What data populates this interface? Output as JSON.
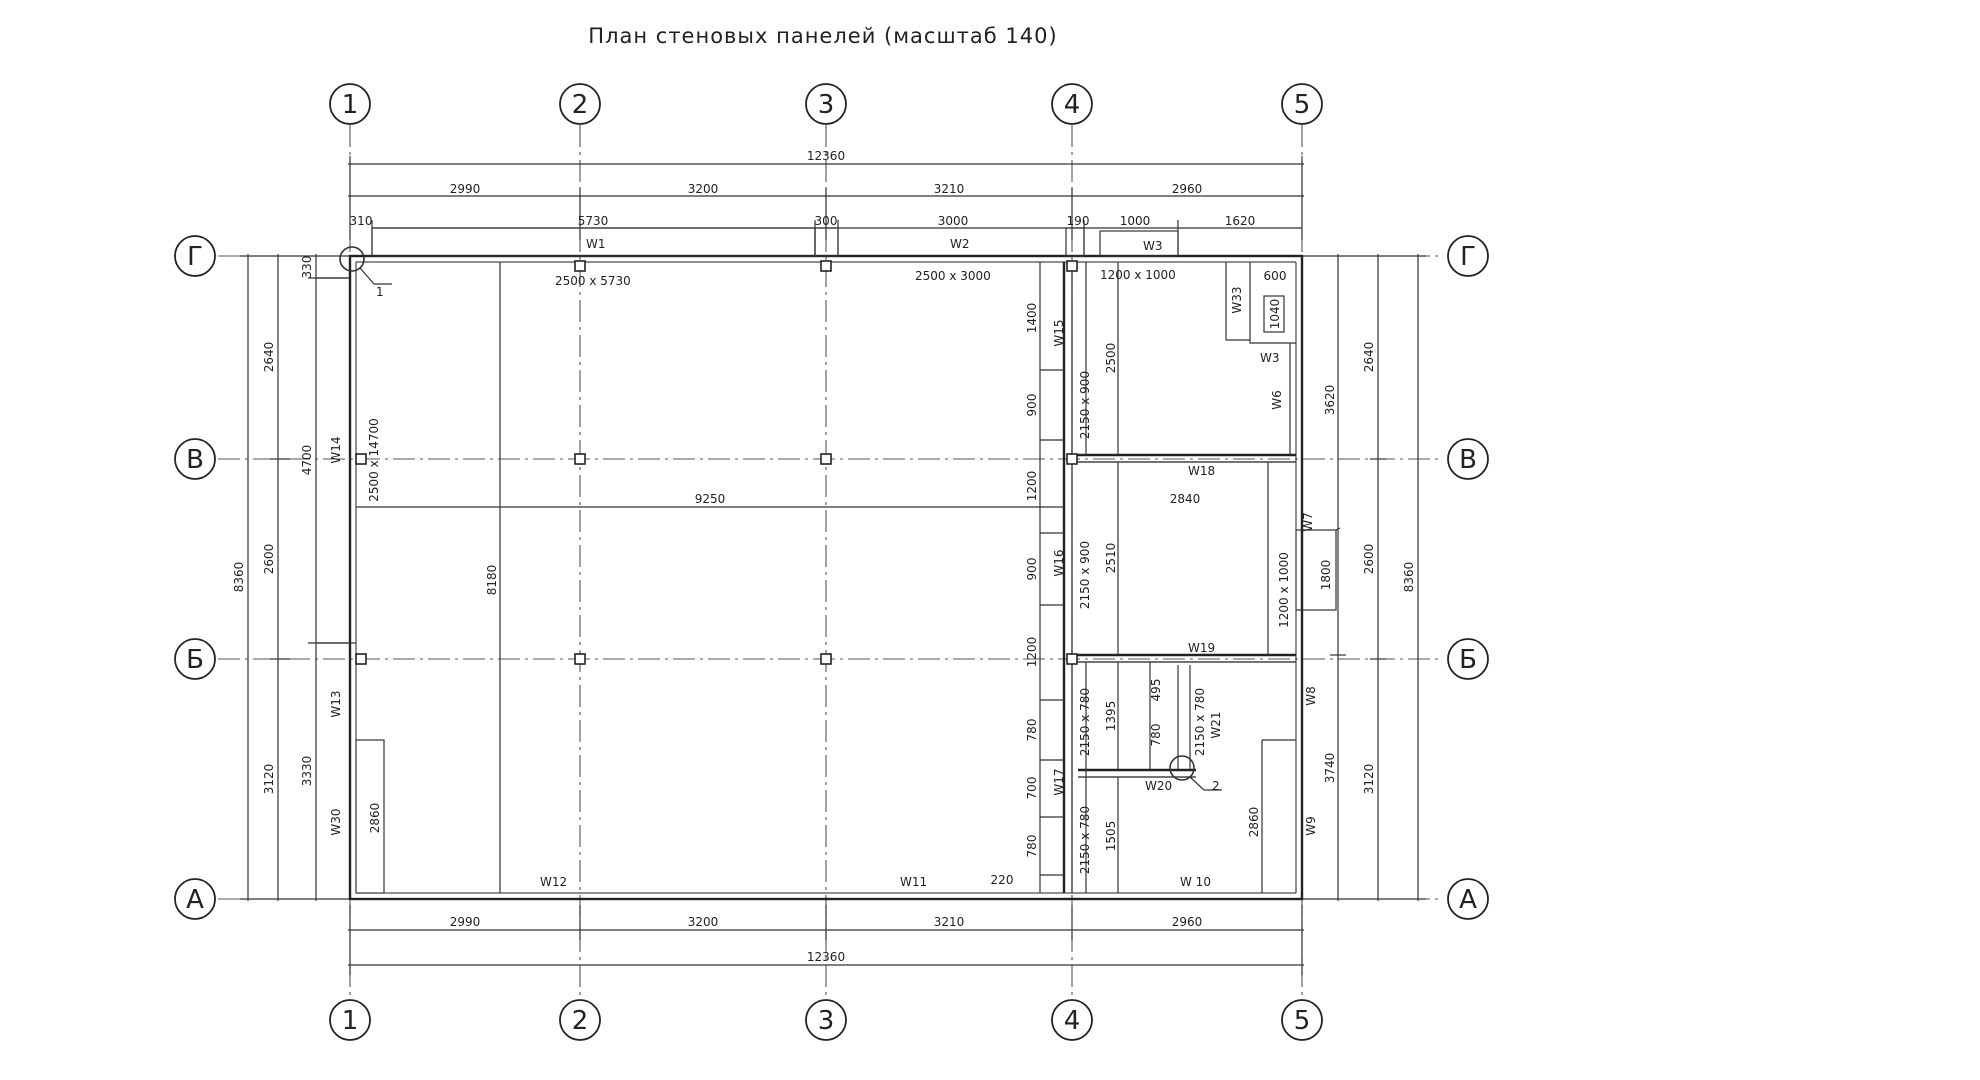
{
  "title": "План стеновых панелей (масштаб 140)",
  "axes_x": [
    "1",
    "2",
    "3",
    "4",
    "5"
  ],
  "axes_y": [
    "Г",
    "В",
    "Б",
    "А"
  ],
  "dims": {
    "total_top": "12360",
    "total_bottom": "12360",
    "top_spans": [
      "2990",
      "3200",
      "3210",
      "2960"
    ],
    "bottom_spans": [
      "2990",
      "3200",
      "3210",
      "2960"
    ],
    "top_detail": [
      "310",
      "5730",
      "300",
      "3000",
      "190",
      "1000",
      "1620"
    ],
    "left_total": "8360",
    "left_spans": [
      "2640",
      "2600",
      "3120"
    ],
    "left_detail": [
      "330",
      "4700",
      "3330"
    ],
    "right_total": "8360",
    "right_spans": [
      "2640",
      "2600",
      "3120"
    ],
    "right_detail": [
      "3620",
      "3740"
    ],
    "inner": {
      "d9250": "9250",
      "d2840": "2840",
      "d8180": "8180",
      "d1400": "1400",
      "d900a": "900",
      "d1200": "1200",
      "d900b": "900",
      "d1200b": "1200",
      "d780a": "780",
      "d700": "700",
      "d780b": "780",
      "d2500": "2500",
      "d2510": "2510",
      "d1395": "1395",
      "d1505": "1505",
      "d600": "600",
      "d1040": "1040",
      "d495": "495",
      "d780c": "780",
      "d2860a": "2860",
      "d2860b": "2860",
      "d1800": "1800",
      "d220": "220"
    }
  },
  "openings": {
    "o1": "2500 x 5730",
    "o2": "2500 x 3000",
    "o3": "1200 x 1000",
    "o4": "2500 x 14700",
    "o5": "2150 x 900",
    "o6": "2150 x 900",
    "o7": "2150 x 780",
    "o8": "2150 x 780",
    "o9": "2150 x 780",
    "o10": "1200 x 1000"
  },
  "panels": {
    "W1": "W1",
    "W2": "W2",
    "W3": "W3",
    "W3b": "W3",
    "W33": "W33",
    "W6": "W6",
    "W7": "W7",
    "W8": "W8",
    "W9": "W9",
    "W10": "W 10",
    "W11": "W11",
    "W12": "W12",
    "W13": "W13",
    "W14": "W14",
    "W15": "W15",
    "W16": "W16",
    "W17": "W17",
    "W18": "W18",
    "W19": "W19",
    "W20": "W20",
    "W21": "W21",
    "W30": "W30"
  },
  "nodes": {
    "n1": "1",
    "n2": "2"
  }
}
